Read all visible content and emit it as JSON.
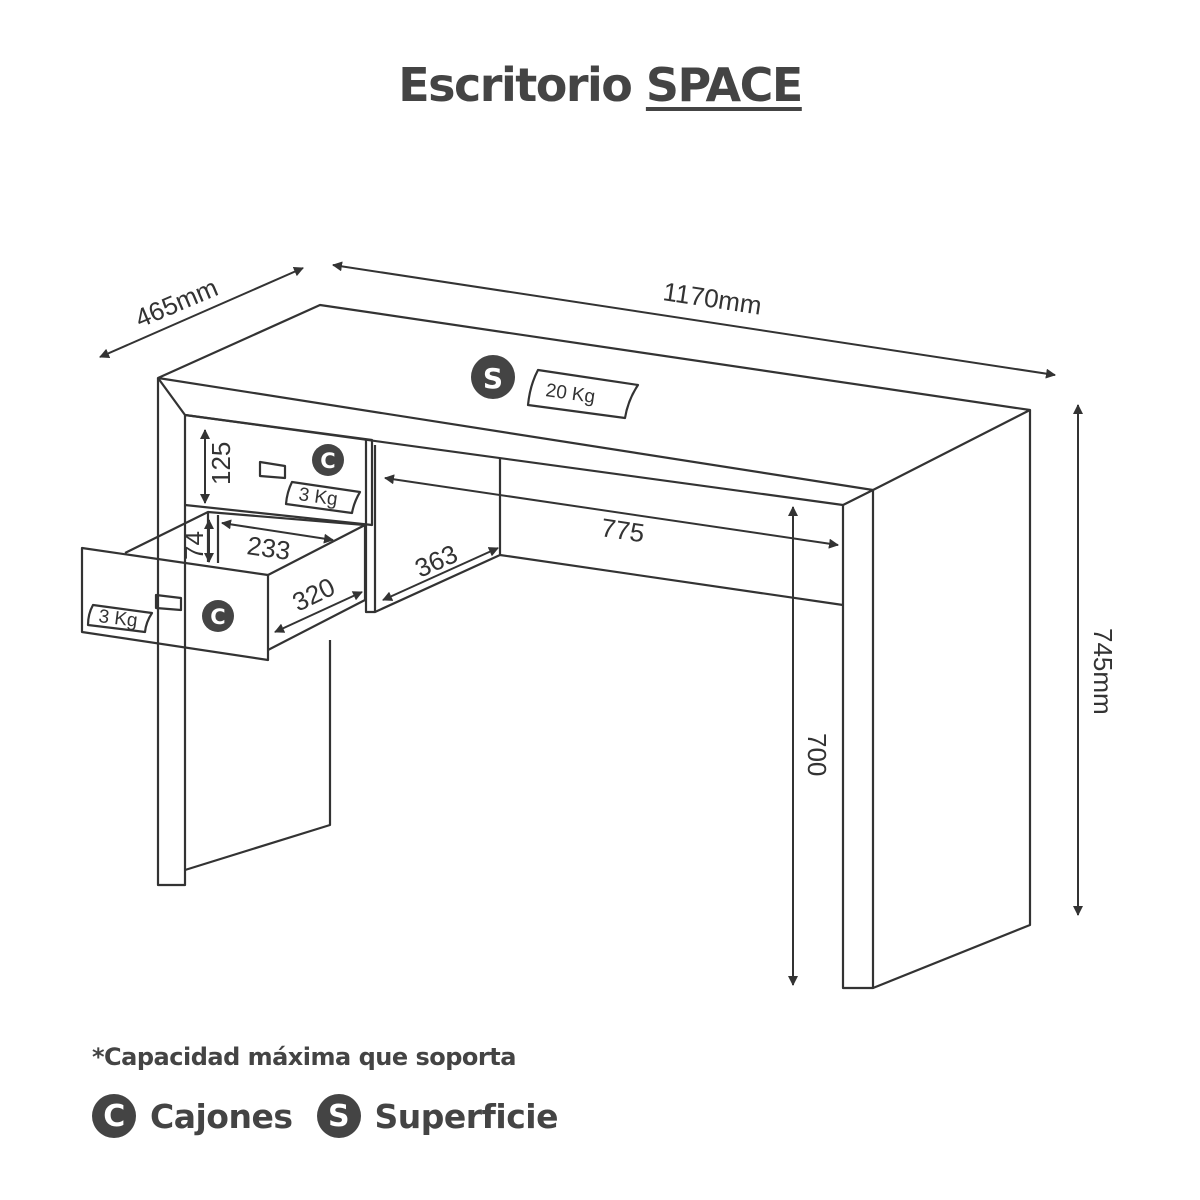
{
  "title": {
    "prefix": "Escritorio",
    "product": "SPACE"
  },
  "dimensions": {
    "depth": "465mm",
    "width": "1170mm",
    "height": "745mm",
    "leg_clearance": "700",
    "inner_width": "775",
    "inner_depth": "363",
    "drawer_height": "125",
    "drawer_inner_height": "74",
    "drawer_inner_width": "233",
    "drawer_inner_depth": "320"
  },
  "capacities": {
    "surface": {
      "badge": "S",
      "load": "20 Kg"
    },
    "drawer_top": {
      "badge": "C",
      "load": "3 Kg"
    },
    "drawer_bottom": {
      "badge": "C",
      "load": "3 Kg"
    }
  },
  "footer": {
    "note": "*Capacidad máxima que soporta",
    "legend": [
      {
        "badge": "C",
        "label": "Cajones"
      },
      {
        "badge": "S",
        "label": "Superficie"
      }
    ]
  },
  "colors": {
    "ink": "#444444",
    "badge": "#444444"
  }
}
